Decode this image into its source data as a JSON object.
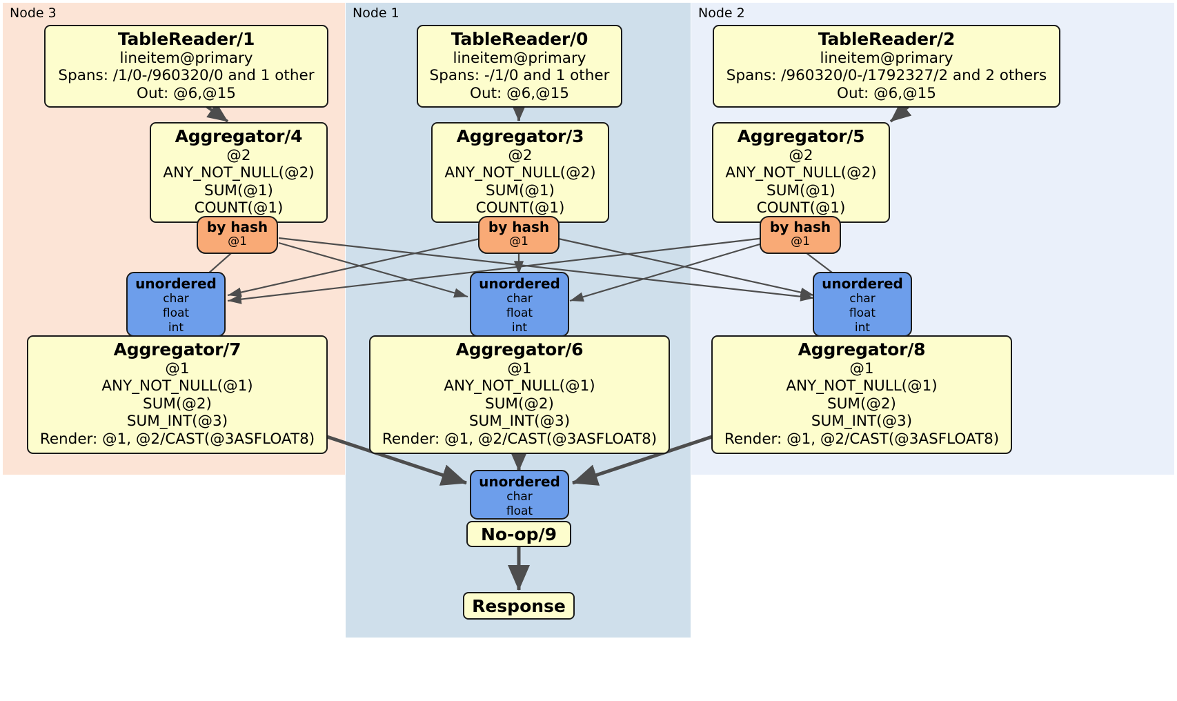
{
  "diagram": {
    "title": "Distributed SQL query physical plan",
    "colors": {
      "node3_panel": "#fce4d6",
      "node1_panel": "#cfdfeb",
      "node2_panel": "#eaf0fa",
      "processor_fill": "#fdfdcd",
      "router_fill": "#f9aa76",
      "synchronizer_fill": "#6d9eeb",
      "stroke": "#1a1a1a",
      "edge": "#4d4d4d"
    },
    "panels": [
      {
        "id": "node3",
        "label": "Node 3"
      },
      {
        "id": "node1",
        "label": "Node 1"
      },
      {
        "id": "node2",
        "label": "Node 2"
      }
    ]
  },
  "nodes": {
    "tablereader1": {
      "title": "TableReader/1",
      "lines": [
        "lineitem@primary",
        "Spans: /1/0-/960320/0 and 1 other",
        "Out: @6,@15"
      ]
    },
    "tablereader0": {
      "title": "TableReader/0",
      "lines": [
        "lineitem@primary",
        "Spans: -/1/0 and 1 other",
        "Out: @6,@15"
      ]
    },
    "tablereader2": {
      "title": "TableReader/2",
      "lines": [
        "lineitem@primary",
        "Spans: /960320/0-/1792327/2 and 2 others",
        "Out: @6,@15"
      ]
    },
    "aggregator4": {
      "title": "Aggregator/4",
      "lines": [
        "@2",
        "ANY_NOT_NULL(@2)",
        "SUM(@1)",
        "COUNT(@1)"
      ]
    },
    "aggregator3": {
      "title": "Aggregator/3",
      "lines": [
        "@2",
        "ANY_NOT_NULL(@2)",
        "SUM(@1)",
        "COUNT(@1)"
      ]
    },
    "aggregator5": {
      "title": "Aggregator/5",
      "lines": [
        "@2",
        "ANY_NOT_NULL(@2)",
        "SUM(@1)",
        "COUNT(@1)"
      ]
    },
    "aggregator7": {
      "title": "Aggregator/7",
      "lines": [
        "@1",
        "ANY_NOT_NULL(@1)",
        "SUM(@2)",
        "SUM_INT(@3)",
        "Render: @1, @2/CAST(@3ASFLOAT8)"
      ]
    },
    "aggregator6": {
      "title": "Aggregator/6",
      "lines": [
        "@1",
        "ANY_NOT_NULL(@1)",
        "SUM(@2)",
        "SUM_INT(@3)",
        "Render: @1, @2/CAST(@3ASFLOAT8)"
      ]
    },
    "aggregator8": {
      "title": "Aggregator/8",
      "lines": [
        "@1",
        "ANY_NOT_NULL(@1)",
        "SUM(@2)",
        "SUM_INT(@3)",
        "Render: @1, @2/CAST(@3ASFLOAT8)"
      ]
    },
    "byhash_left": {
      "title": "by hash",
      "lines": [
        "@1"
      ]
    },
    "byhash_mid": {
      "title": "by hash",
      "lines": [
        "@1"
      ]
    },
    "byhash_right": {
      "title": "by hash",
      "lines": [
        "@1"
      ]
    },
    "unordered_left": {
      "title": "unordered",
      "lines": [
        "char",
        "float",
        "int"
      ]
    },
    "unordered_mid": {
      "title": "unordered",
      "lines": [
        "char",
        "float",
        "int"
      ]
    },
    "unordered_right": {
      "title": "unordered",
      "lines": [
        "char",
        "float",
        "int"
      ]
    },
    "unordered_final": {
      "title": "unordered",
      "lines": [
        "char",
        "float"
      ]
    },
    "noop9": {
      "title": "No-op/9"
    },
    "response": {
      "title": "Response"
    }
  }
}
